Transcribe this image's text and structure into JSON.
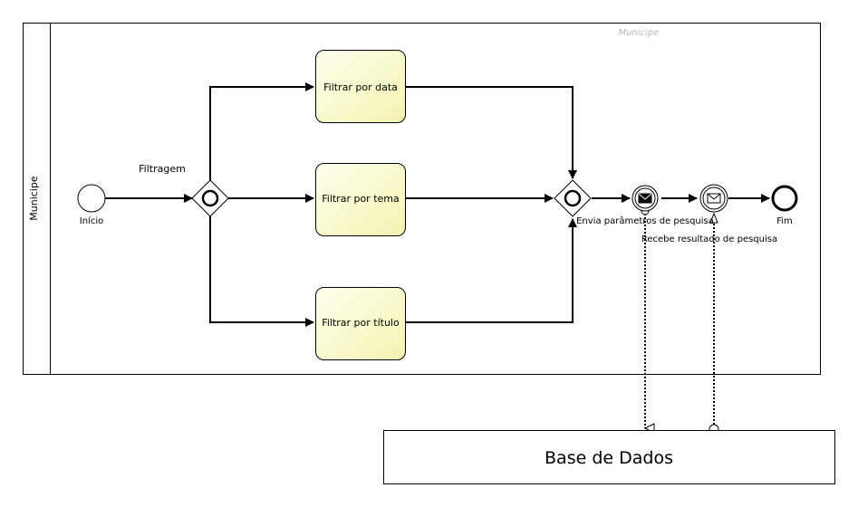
{
  "pool": {
    "label": "Municipe",
    "watermark": "Municipe"
  },
  "events": {
    "start": "Início",
    "end": "Fim",
    "send": "Envia parâmetros de pesquisa",
    "receive": "Recebe resultado de pesquisa"
  },
  "gateway": {
    "label": "Filtragem"
  },
  "tasks": [
    {
      "label": "Filtrar por data"
    },
    {
      "label": "Filtrar por tema"
    },
    {
      "label": "Filtrar por título"
    }
  ],
  "data_store": {
    "label": "Base de Dados"
  },
  "colors": {
    "task_fill_top": "#ffffee",
    "task_fill_bottom": "#f6f6b8",
    "line": "#000000"
  },
  "icons": {
    "message": "envelope-icon"
  }
}
